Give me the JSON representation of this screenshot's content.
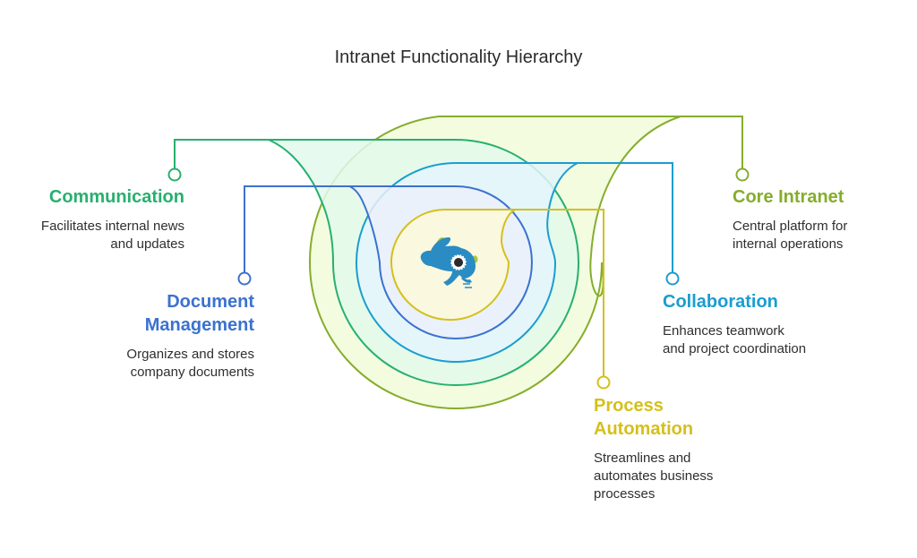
{
  "title": "Intranet Functionality Hierarchy",
  "center_icon": "running-rabbit-gear-icon",
  "layers": [
    {
      "id": "core",
      "title": "Core Intranet",
      "description_lines": [
        "Central platform for",
        "internal operations"
      ],
      "stroke": "#86ad2c",
      "fill": "#f1fbd9",
      "level": 1
    },
    {
      "id": "communication",
      "title": "Communication",
      "description_lines": [
        "Facilitates internal news",
        "and updates"
      ],
      "stroke": "#27b06e",
      "fill": "#e3f9ec",
      "level": 2
    },
    {
      "id": "collaboration",
      "title": "Collaboration",
      "description_lines": [
        "Enhances teamwork",
        "and project coordination"
      ],
      "stroke": "#1b9dd0",
      "fill": "#e3f5fc",
      "level": 3
    },
    {
      "id": "document",
      "title_lines": [
        "Document",
        "Management"
      ],
      "description_lines": [
        "Organizes and stores",
        "company documents"
      ],
      "stroke": "#3b72cf",
      "fill": "#ebf0fb",
      "level": 4
    },
    {
      "id": "process",
      "title_lines": [
        "Process",
        "Automation"
      ],
      "description_lines": [
        "Streamlines and",
        "automates business",
        "processes"
      ],
      "stroke": "#d4c01c",
      "fill": "#fdf9d9",
      "level": 5
    }
  ],
  "icon_colors": {
    "rabbit": "#2a8cc2",
    "accent": "#a6c93a",
    "gear_center": "#2a2a2a"
  }
}
